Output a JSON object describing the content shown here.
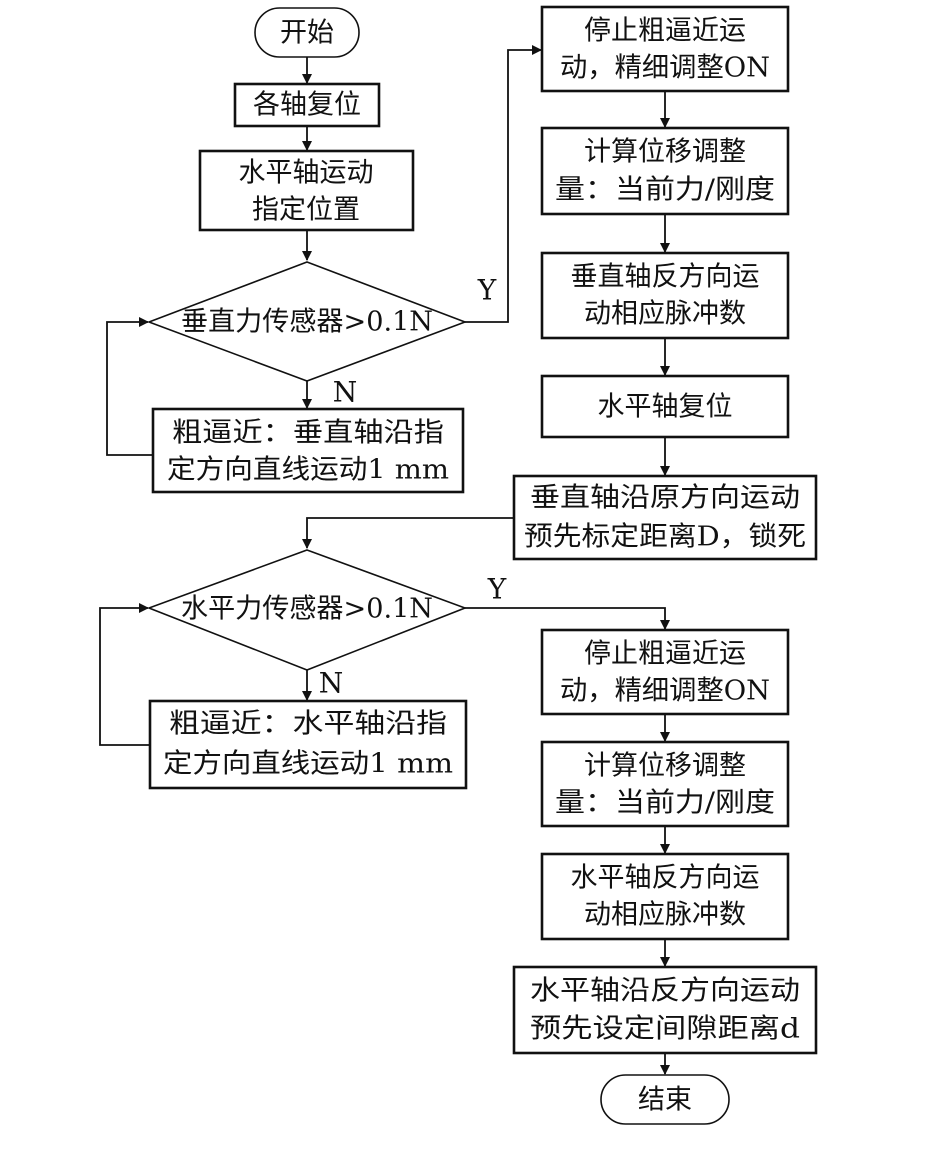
{
  "nodes": {
    "start": [
      "开始"
    ],
    "reset_axes": [
      "各轴复位"
    ],
    "h_move": [
      "水平轴运动",
      "指定位置"
    ],
    "v_check": [
      "垂直力传感器>0.1N"
    ],
    "v_coarse": [
      "粗逼近：垂直轴沿指",
      "定方向直线运动1 mm"
    ],
    "v_stop": [
      "停止粗逼近运",
      "动，精细调整ON"
    ],
    "v_calc": [
      "计算位移调整",
      "量：当前力/刚度"
    ],
    "v_reverse": [
      "垂直轴反方向运",
      "动相应脉冲数"
    ],
    "h_reset": [
      "水平轴复位"
    ],
    "v_lock": [
      "垂直轴沿原方向运动",
      "预先标定距离D，锁死"
    ],
    "h_check": [
      "水平力传感器>0.1N"
    ],
    "h_coarse": [
      "粗逼近：水平轴沿指",
      "定方向直线运动1 mm"
    ],
    "h_stop": [
      "停止粗逼近运",
      "动，精细调整ON"
    ],
    "h_calc": [
      "计算位移调整",
      "量：当前力/刚度"
    ],
    "h_reverse": [
      "水平轴反方向运",
      "动相应脉冲数"
    ],
    "h_final": [
      "水平轴沿反方向运动",
      "预先设定间隙距离d"
    ],
    "end": [
      "结束"
    ]
  },
  "labels": {
    "yes": "Y",
    "no": "N"
  },
  "colors": {
    "stroke": "#111111",
    "fill": "#ffffff"
  }
}
